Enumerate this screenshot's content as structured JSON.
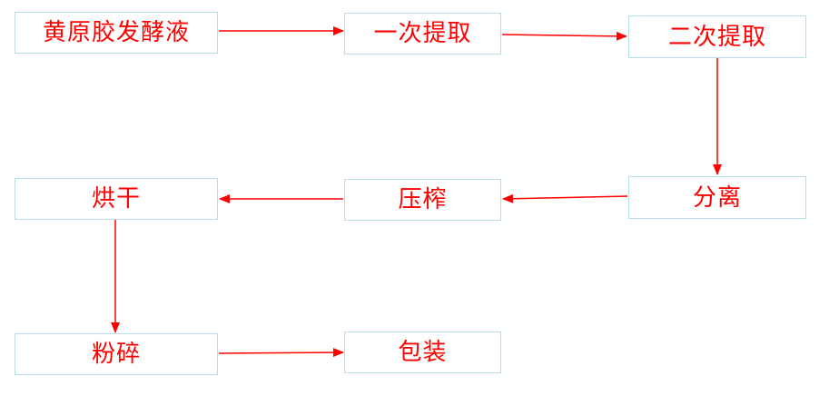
{
  "colors": {
    "text": "#ff0000",
    "arrow": "#ff0000",
    "box_border": "#b7dde8",
    "background": "#ffffff"
  },
  "nodes": [
    {
      "id": "huangyuanjiao-fajiaoye",
      "label": "黄原胶发酵液"
    },
    {
      "id": "yici-tiqu",
      "label": "一次提取"
    },
    {
      "id": "erci-tiqu",
      "label": "二次提取"
    },
    {
      "id": "fenli",
      "label": "分离"
    },
    {
      "id": "yazha",
      "label": "压榨"
    },
    {
      "id": "honggan",
      "label": "烘干"
    },
    {
      "id": "fensui",
      "label": "粉碎"
    },
    {
      "id": "baozhuang",
      "label": "包装"
    }
  ],
  "edges": [
    {
      "from": "huangyuanjiao-fajiaoye",
      "to": "yici-tiqu"
    },
    {
      "from": "yici-tiqu",
      "to": "erci-tiqu"
    },
    {
      "from": "erci-tiqu",
      "to": "fenli"
    },
    {
      "from": "fenli",
      "to": "yazha"
    },
    {
      "from": "yazha",
      "to": "honggan"
    },
    {
      "from": "honggan",
      "to": "fensui"
    },
    {
      "from": "fensui",
      "to": "baozhuang"
    }
  ]
}
